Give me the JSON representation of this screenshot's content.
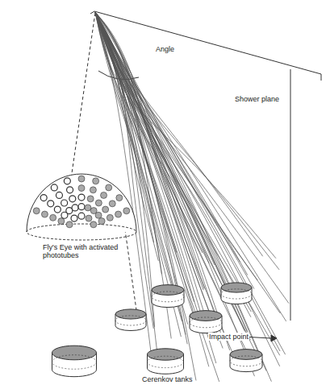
{
  "diagram": {
    "labels": [
      "Angle",
      "Shower plane",
      "Fly's Eye with activated phototubes",
      "Impact point",
      "Cerenkov tanks"
    ]
  }
}
